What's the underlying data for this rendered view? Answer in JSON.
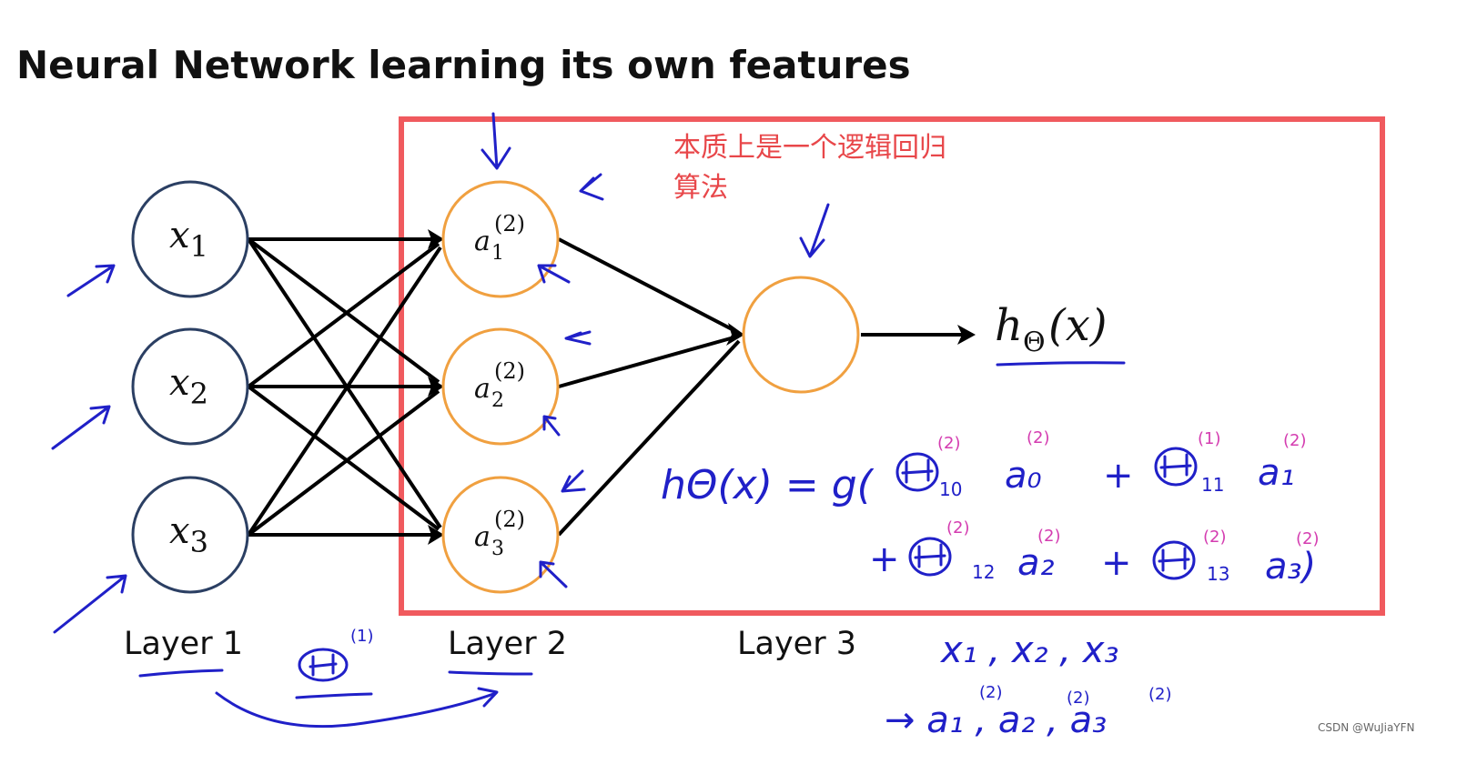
{
  "title": "Neural Network learning its own features",
  "layers": [
    {
      "label": "Layer 1"
    },
    {
      "label": "Layer 2"
    },
    {
      "label": "Layer 3"
    }
  ],
  "inputs": [
    {
      "base": "x",
      "sub": "1"
    },
    {
      "base": "x",
      "sub": "2"
    },
    {
      "base": "x",
      "sub": "3"
    }
  ],
  "hidden": [
    {
      "base": "a",
      "sub": "1",
      "sup": "(2)"
    },
    {
      "base": "a",
      "sub": "2",
      "sup": "(2)"
    },
    {
      "base": "a",
      "sub": "3",
      "sup": "(2)"
    }
  ],
  "output": {
    "h": "h",
    "sub": "Θ",
    "arg": "(x)"
  },
  "annotation_cn": [
    "本质上是一个逻辑回归",
    "算法"
  ],
  "handwritten": {
    "eq_lhs": "hΘ(x) = g(",
    "term_theta": "Θ",
    "t1_idx": "10",
    "t1_a": "a₀",
    "t2_idx": "11",
    "t2_a": "a₁",
    "t3_idx": "12",
    "t3_a": "a₂",
    "t4_idx": "13",
    "t4_a": "a₃)",
    "sup1": "(1)",
    "sup2": "(2)",
    "plus": "+",
    "inputs_note": "x₁ , x₂ , x₃",
    "arrow_note": "→ a₁ , a₂ , a₃",
    "theta_layer": "Θ"
  },
  "watermark": "CSDN @WuJiaYFN",
  "colors": {
    "input_node": "#2b3f63",
    "hidden_node": "#f0a040",
    "highlight_box": "#f05a5e",
    "annotation_text": "#e8474a",
    "handwriting": "#2020c8",
    "superscript": "#d43cb0"
  }
}
